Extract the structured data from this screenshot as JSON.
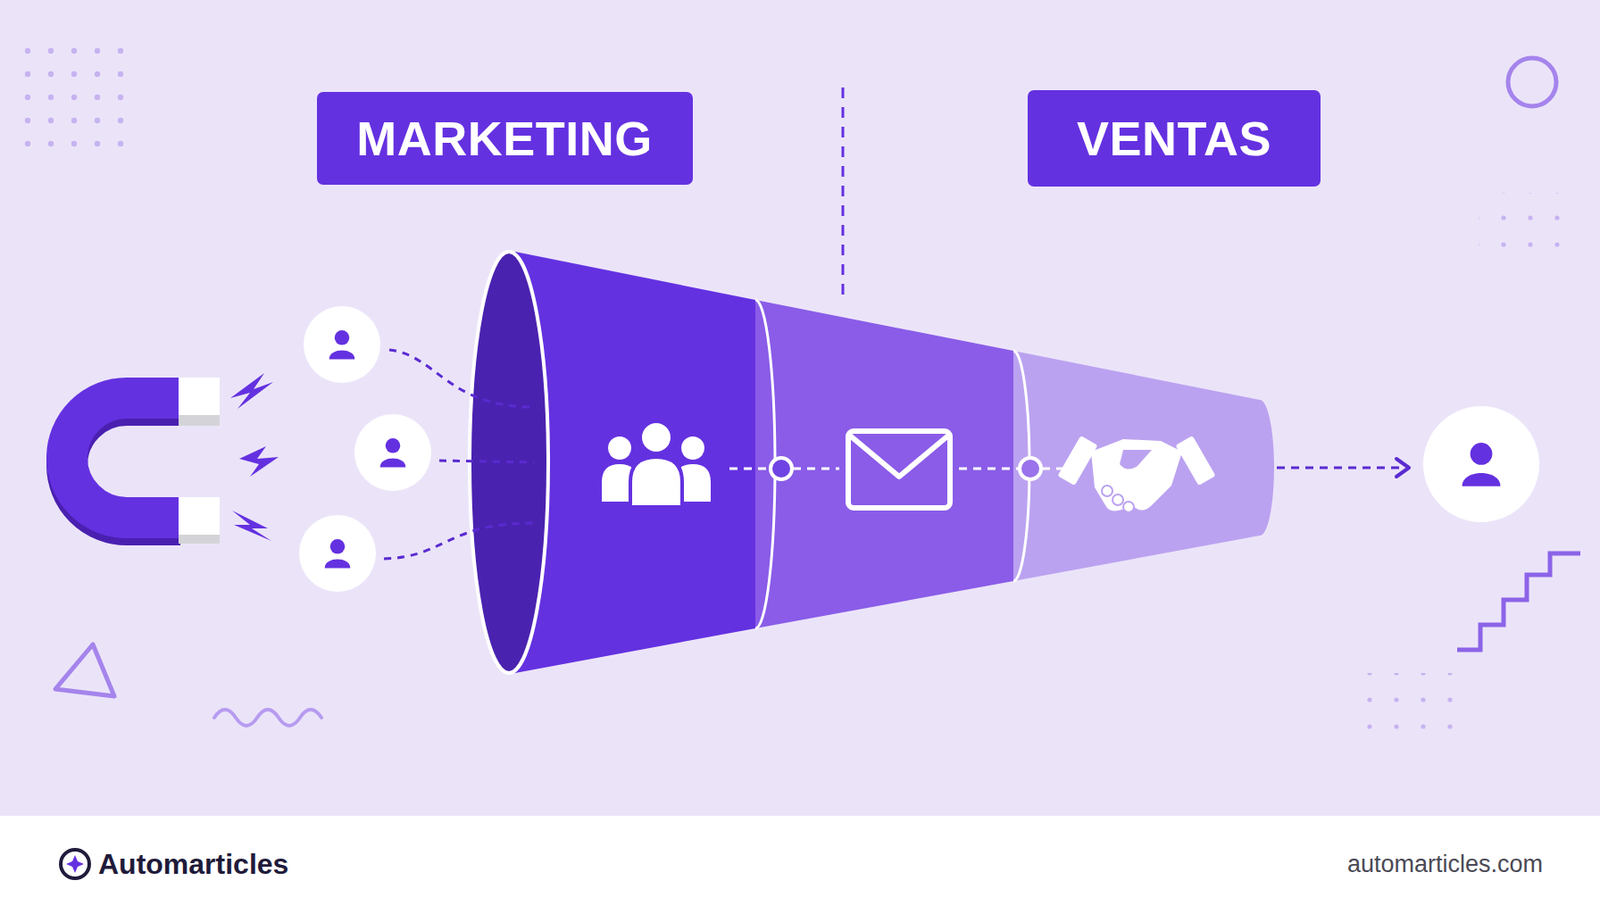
{
  "diagram": {
    "nodes": [
      {
        "text": [
          "MARKETING"
        ]
      },
      {
        "text": [
          "VENTAS"
        ]
      }
    ],
    "labels": [
      "Automarticles",
      "automarticles.com"
    ]
  }
}
